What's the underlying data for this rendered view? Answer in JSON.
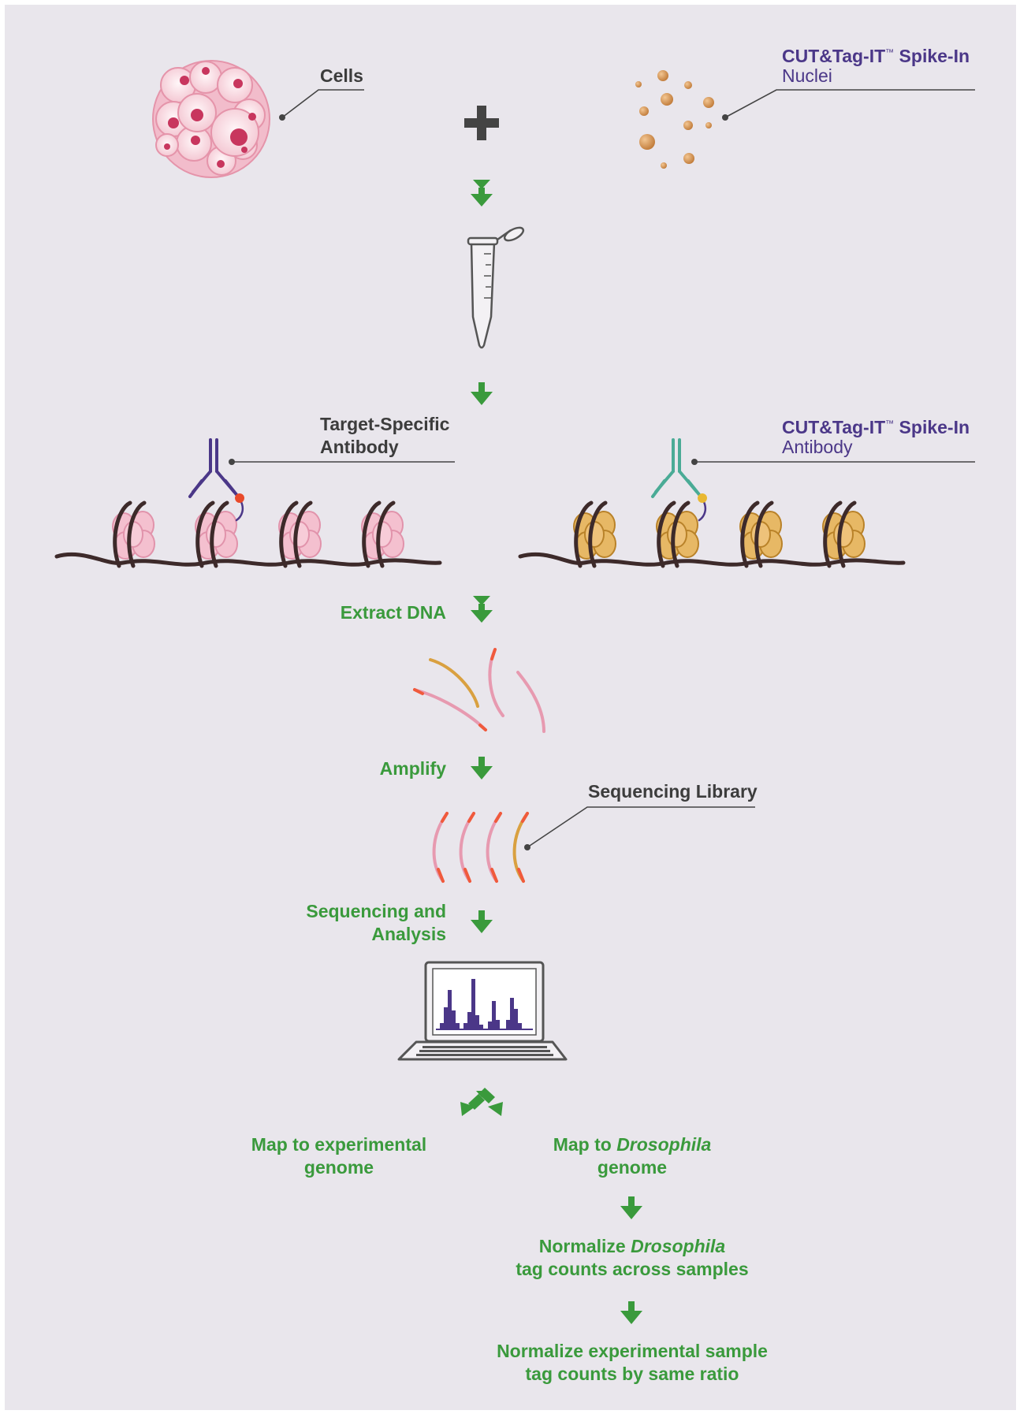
{
  "labels": {
    "cells": "Cells",
    "spikein_nuclei_brand": "CUT&Tag-IT",
    "spikein_nuclei_tm": "™",
    "spikein_nuclei_suffix": " Spike-In",
    "spikein_nuclei_sub": "Nuclei",
    "target_antibody_line1": "Target-Specific",
    "target_antibody_line2": "Antibody",
    "spikein_antibody_brand": "CUT&Tag-IT",
    "spikein_antibody_tm": "™",
    "spikein_antibody_suffix": " Spike-In",
    "spikein_antibody_sub": "Antibody",
    "sequencing_library": "Sequencing Library"
  },
  "steps": {
    "extract_dna": "Extract DNA",
    "amplify": "Amplify",
    "sequencing_line1": "Sequencing and",
    "sequencing_line2": "Analysis",
    "map_experimental_line1": "Map to experimental",
    "map_experimental_line2": "genome",
    "map_drosophila_prefix": "Map to ",
    "map_drosophila_italic": "Drosophila",
    "map_drosophila_line2": "genome",
    "normalize_drosophila_prefix": "Normalize ",
    "normalize_drosophila_italic": "Drosophila",
    "normalize_drosophila_line2": "tag counts across samples",
    "normalize_experimental_line1": "Normalize experimental sample",
    "normalize_experimental_line2": "tag counts by same ratio"
  },
  "colors": {
    "background": "#e9e6ec",
    "arrow_green": "#3a9a3c",
    "brand_purple": "#4b3788",
    "antibody_teal": "#4aab96",
    "nucleosome_pink": "#f0b8c8",
    "nucleosome_gold": "#e3b261",
    "dna_dark": "#3d2a2a",
    "fragment_pink": "#e79ab0",
    "fragment_orange": "#d9a040",
    "fragment_red": "#f05a3c",
    "nuclei_bronze": "#c98a4b"
  },
  "icons": {
    "cells": "cell-cluster-icon",
    "nuclei": "nuclei-dots-icon",
    "plus": "plus-icon",
    "tube": "microcentrifuge-tube-icon",
    "laptop": "laptop-chart-icon"
  }
}
